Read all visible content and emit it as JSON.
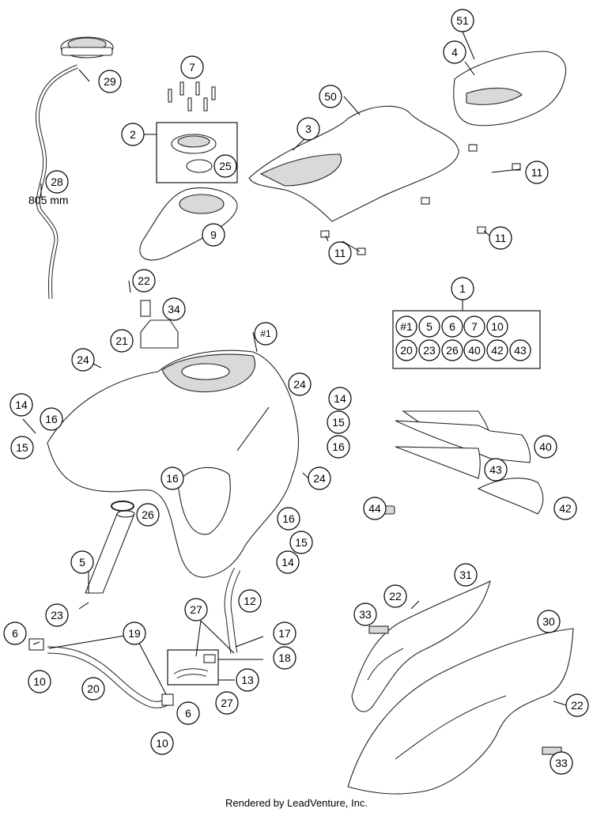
{
  "footer": "Rendered by LeadVenture, Inc.",
  "hose_length": "805 mm",
  "kit_callout": "1",
  "kit_items": [
    "#1",
    "5",
    "6",
    "7",
    "10",
    "20",
    "23",
    "26",
    "40",
    "42",
    "43"
  ],
  "callouts": {
    "c51": "51",
    "c4": "4",
    "c7": "7",
    "c29": "29",
    "c50": "50",
    "c2": "2",
    "c3": "3",
    "c25": "25",
    "c28": "28",
    "c11a": "11",
    "c11b": "11",
    "c11c": "11",
    "c9": "9",
    "c22a": "22",
    "c34": "34",
    "c21": "21",
    "c24a": "24",
    "c24b": "24",
    "c24c": "24",
    "c1tank": "#1",
    "c14a": "14",
    "c16a": "16",
    "c15a": "15",
    "c14b": "14",
    "c15b": "15",
    "c16b": "16",
    "c16c": "16",
    "c26": "26",
    "c40": "40",
    "c43": "43",
    "c44": "44",
    "c42": "42",
    "c16d": "16",
    "c15c": "15",
    "c14c": "14",
    "c5": "5",
    "c12": "12",
    "c27a": "27",
    "c23": "23",
    "c19": "19",
    "c17": "17",
    "c6a": "6",
    "c18": "18",
    "c10a": "10",
    "c13": "13",
    "c20": "20",
    "c27b": "27",
    "c6b": "6",
    "c10b": "10",
    "c31": "31",
    "c22b": "22",
    "c33a": "33",
    "c30": "30",
    "c22c": "22",
    "c33b": "33"
  }
}
